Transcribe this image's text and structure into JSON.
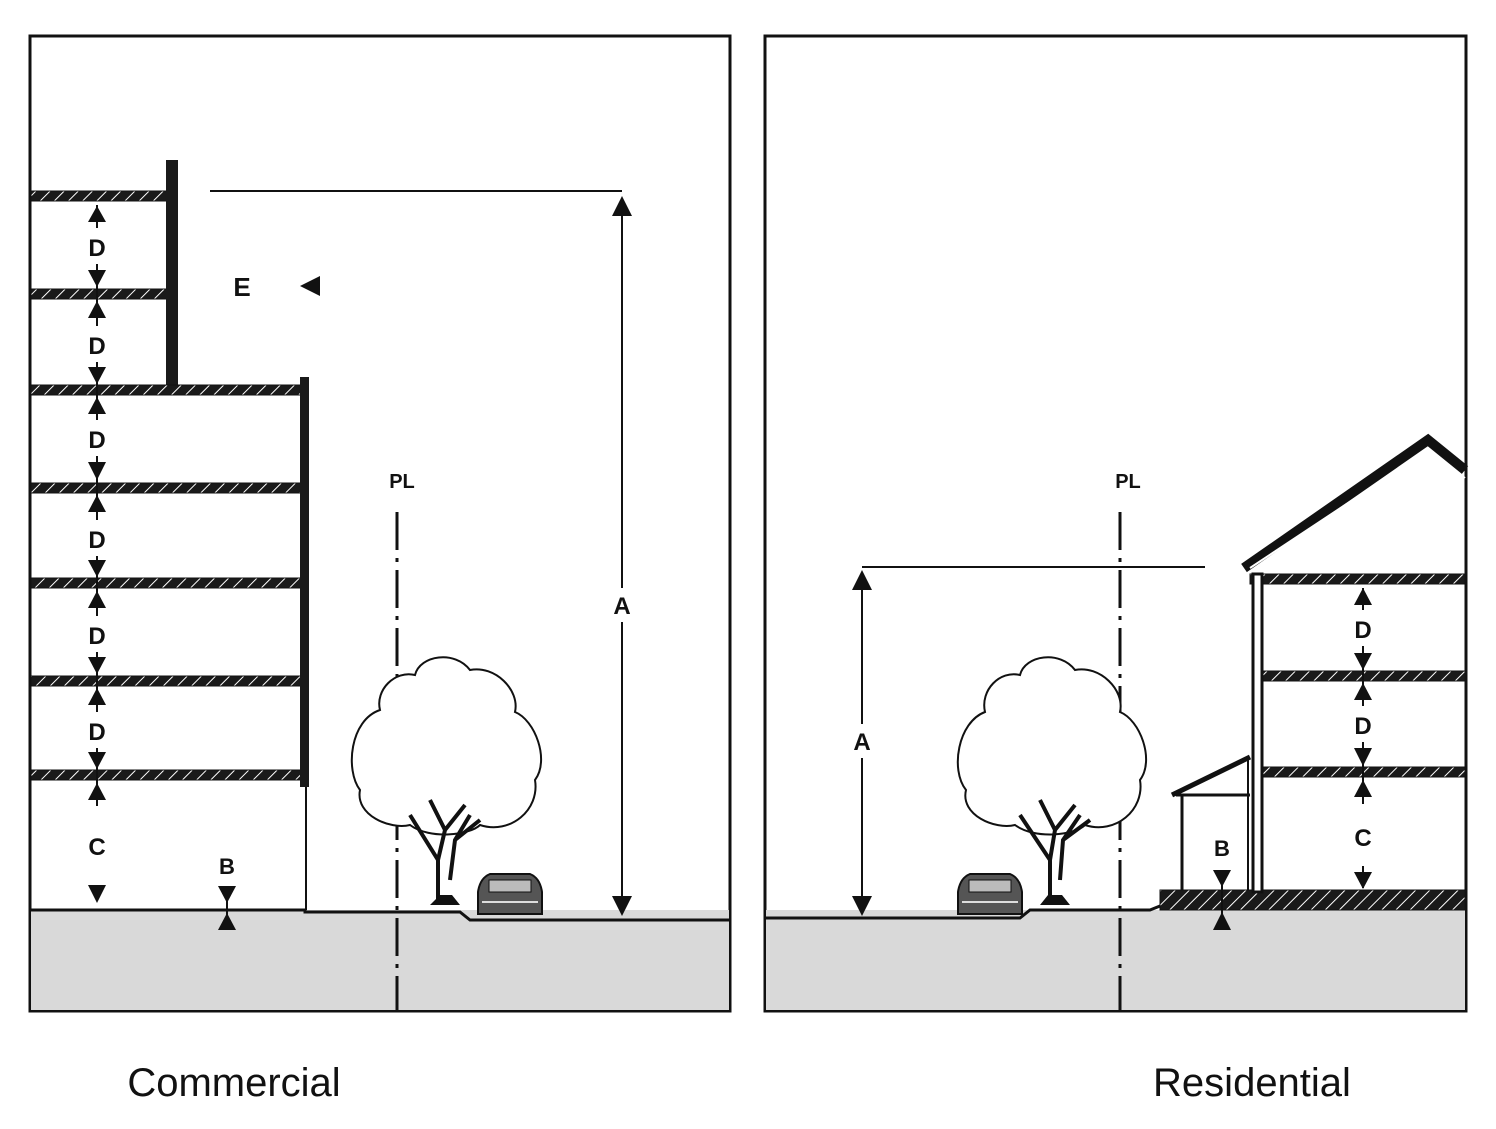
{
  "panels": {
    "commercial": {
      "caption": "Commercial",
      "pl": "PL",
      "a": "A",
      "b": "B",
      "c": "C",
      "d": "D",
      "e": "E"
    },
    "residential": {
      "caption": "Residential",
      "pl": "PL",
      "a": "A",
      "b": "B",
      "c": "C",
      "d": "D"
    }
  }
}
